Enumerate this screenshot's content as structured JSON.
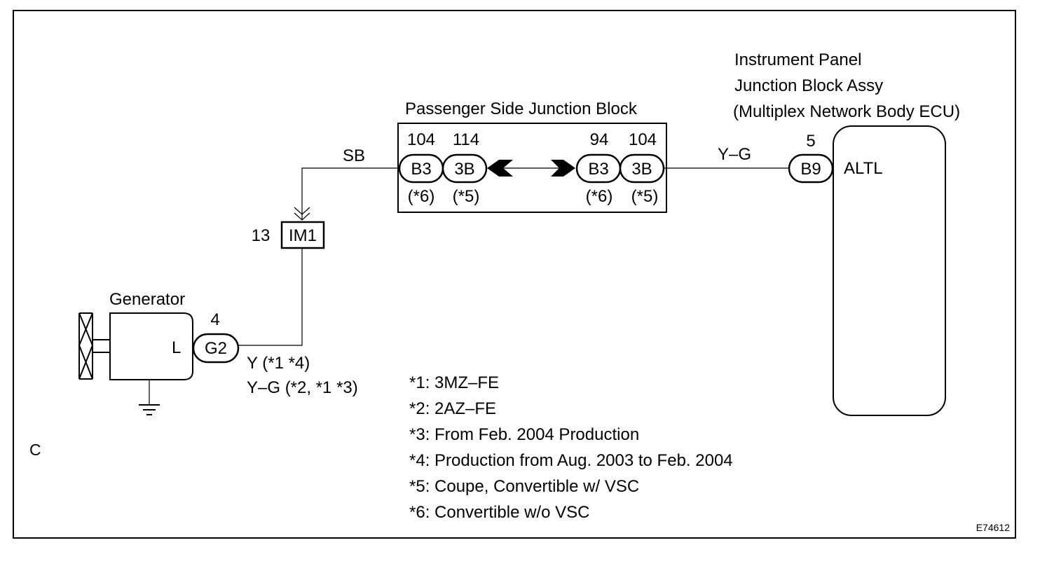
{
  "components": {
    "generator": "Generator",
    "generator_terminal": "L",
    "passenger_jb": "Passenger Side Junction Block",
    "ip_jb_line1": "Instrument Panel",
    "ip_jb_line2": "Junction Block Assy",
    "ip_jb_line3": "(Multiplex Network Body ECU)",
    "ecu_terminal": "ALTL"
  },
  "connectors": {
    "g2": {
      "label": "G2",
      "pin": "4"
    },
    "im1": {
      "label": "IM1",
      "pin": "13"
    },
    "jb_left_b3": {
      "label": "B3",
      "pin": "104",
      "note": "(*6)"
    },
    "jb_left_3b": {
      "label": "3B",
      "pin": "114",
      "note": "(*5)"
    },
    "jb_right_b3": {
      "label": "B3",
      "pin": "94",
      "note": "(*6)"
    },
    "jb_right_3b": {
      "label": "3B",
      "pin": "104",
      "note": "(*5)"
    },
    "b9": {
      "label": "B9",
      "pin": "5"
    }
  },
  "wires": {
    "sb": "SB",
    "yg": "Y–G",
    "gen_line1": "Y (*1 *4)",
    "gen_line2": "Y–G (*2, *1 *3)"
  },
  "notes": [
    "*1: 3MZ–FE",
    "*2: 2AZ–FE",
    "*3: From Feb. 2004 Production",
    "*4: Production from Aug. 2003 to Feb. 2004",
    "*5: Coupe, Convertible w/ VSC",
    "*6: Convertible w/o VSC"
  ],
  "corner_label": "C",
  "figure_id": "E74612"
}
